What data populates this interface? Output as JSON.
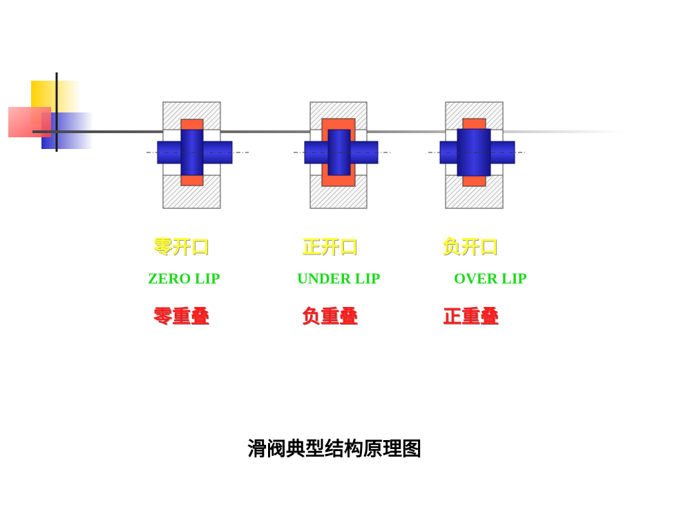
{
  "valves": [
    {
      "type_label": "零开口",
      "english_label": "ZERO  LIP",
      "overlap_label": "零重叠"
    },
    {
      "type_label": "正开口",
      "english_label": "UNDER  LIP",
      "overlap_label": "负重叠"
    },
    {
      "type_label": "负开口",
      "english_label": "OVER  LIP",
      "overlap_label": "正重叠"
    }
  ],
  "caption": "滑阀典型结构原理图",
  "colors": {
    "port_orange": "#ff5e3a",
    "spool_blue": "#2a2ac8",
    "label_yellow": "#ffff33",
    "label_green": "#1fd81f",
    "label_red": "#ff1a1a"
  }
}
